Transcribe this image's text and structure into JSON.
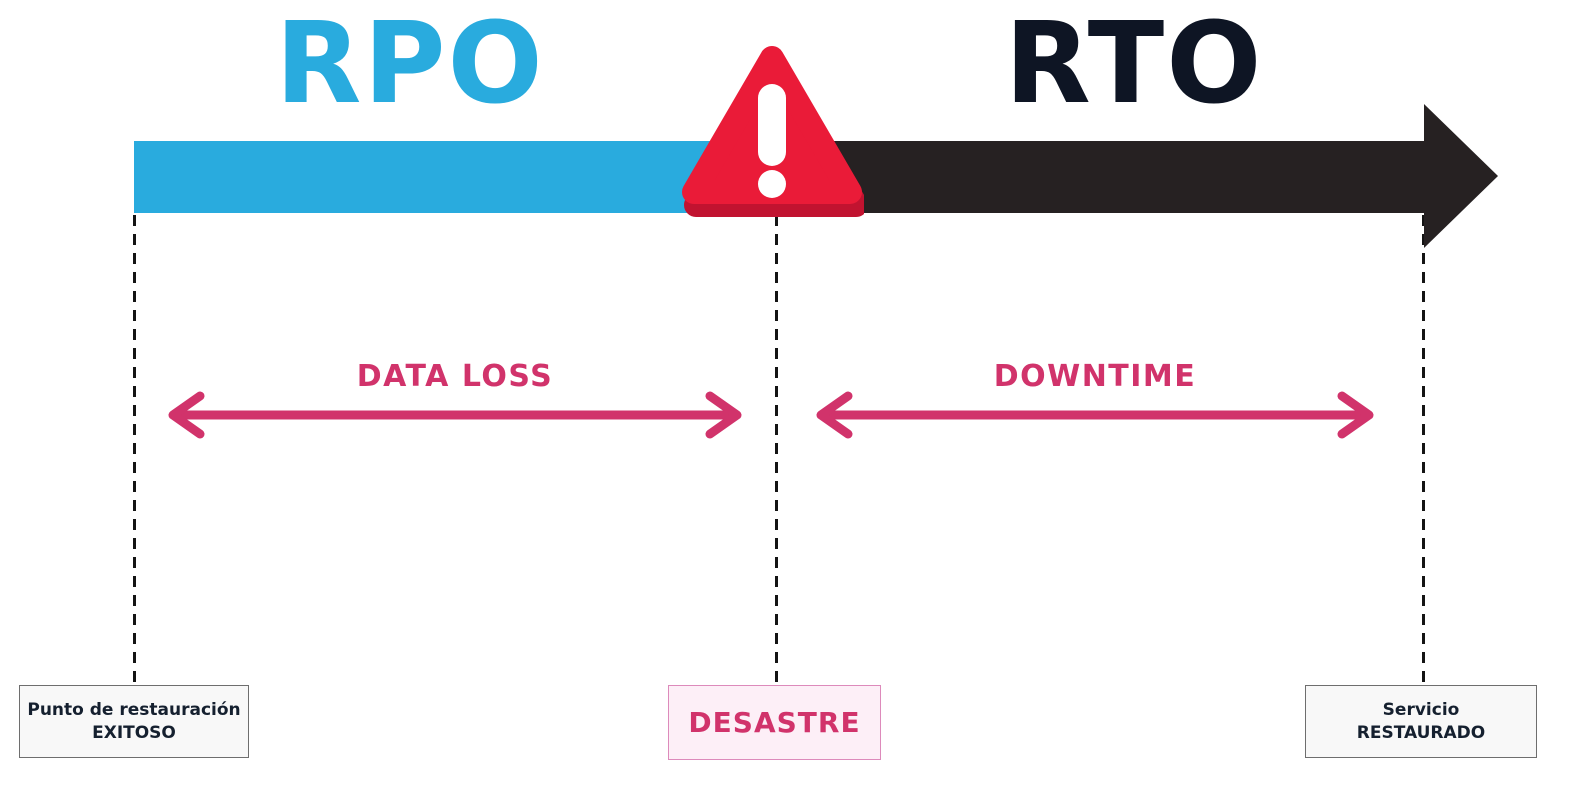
{
  "diagram": {
    "title_left": "RPO",
    "title_right": "RTO",
    "measure_left_label": "DATA LOSS",
    "measure_right_label": "DOWNTIME",
    "restore_point_box": {
      "line1": "Punto de restauración",
      "line2": "EXITOSO"
    },
    "disaster_box": {
      "label": "DESASTRE"
    },
    "service_restored_box": {
      "line1": "Servicio",
      "line2": "RESTAURADO"
    },
    "icons": {
      "warning": "warning-triangle-icon",
      "timeline_end": "arrowhead-right-icon"
    },
    "colors": {
      "rpo_cyan": "#29abde",
      "rto_bar_black": "#262122",
      "rto_text_navy": "#0e1524",
      "accent_pink": "#d1336b",
      "warning_red": "#ea1b38",
      "warning_red_dark": "#c11330",
      "disaster_box_bg": "#fdeff7",
      "disaster_box_border": "#dd8abb",
      "note_box_bg": "#f8f8f8",
      "note_box_border": "#6e6e6e",
      "note_text_navy": "#15202f",
      "dashed_line": "#141414"
    }
  }
}
